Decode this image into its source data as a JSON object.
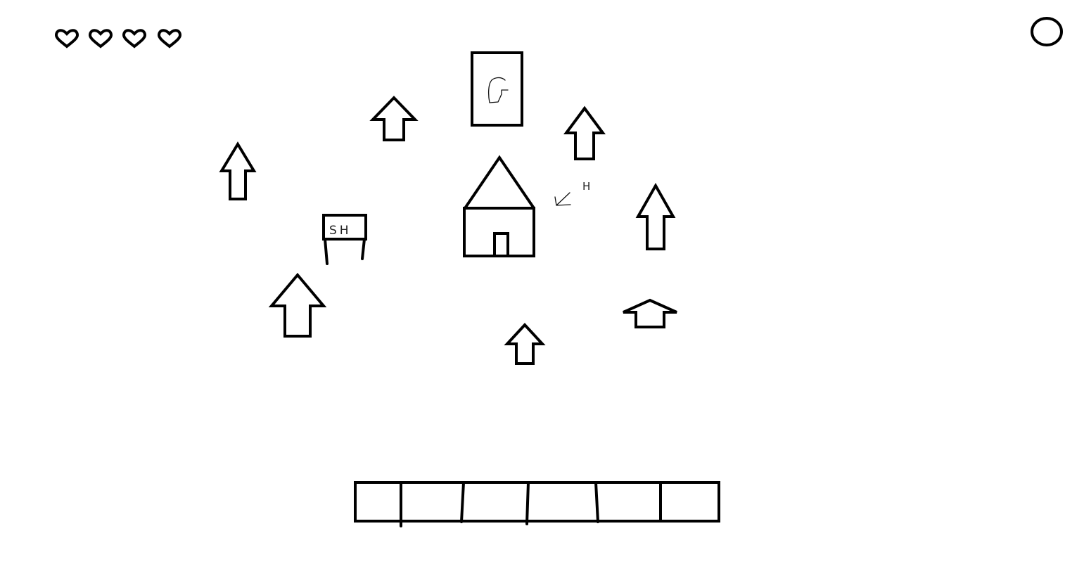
{
  "hud": {
    "lives": {
      "current": 4,
      "max": 4,
      "icon": "heart-icon"
    },
    "menu_button": {
      "icon": "circle-icon"
    }
  },
  "map": {
    "goal_sign": {
      "label": "G"
    },
    "home_hint": {
      "label": "H"
    },
    "shop_sign": {
      "label": "SH"
    },
    "home": {
      "icon": "house-icon"
    },
    "markers": [
      {
        "icon": "arrow-up-icon"
      },
      {
        "icon": "arrow-up-icon"
      },
      {
        "icon": "arrow-up-icon"
      },
      {
        "icon": "arrow-up-icon"
      },
      {
        "icon": "arrow-up-icon"
      },
      {
        "icon": "arrow-up-icon"
      },
      {
        "icon": "arrow-up-icon"
      },
      {
        "icon": "arrow-up-icon"
      }
    ]
  },
  "hotbar": {
    "slot_count": 6,
    "selected": null
  }
}
